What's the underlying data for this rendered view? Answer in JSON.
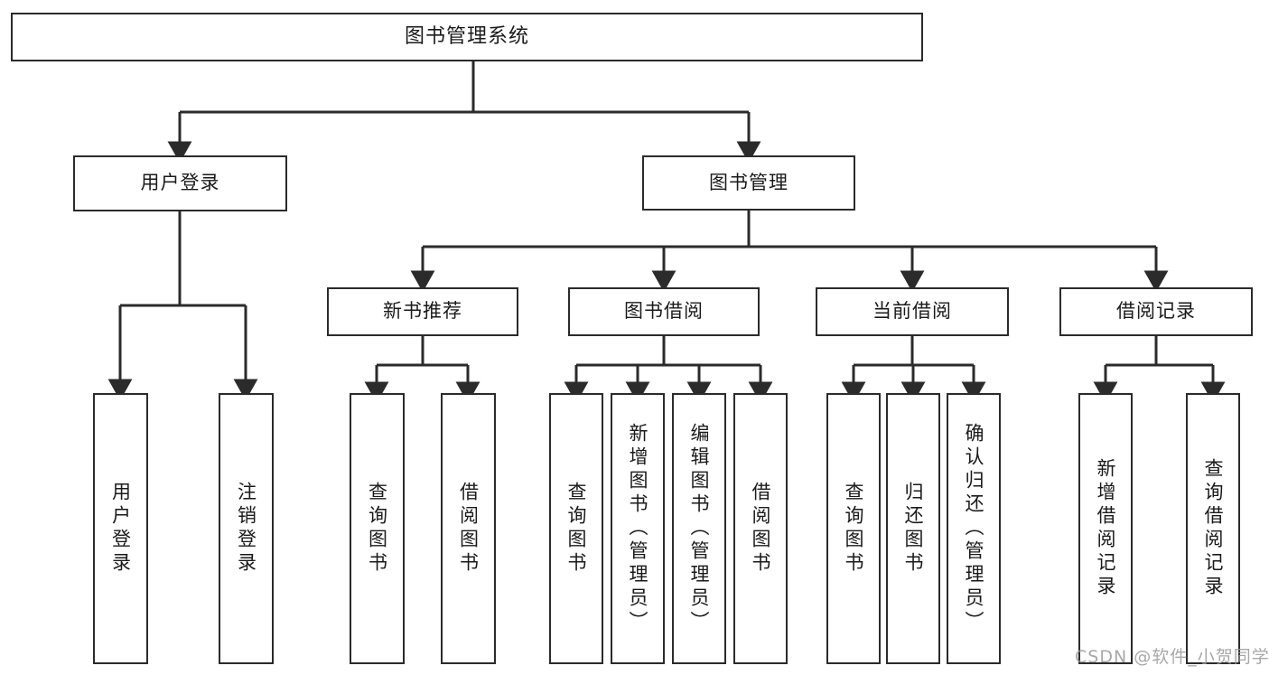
{
  "diagram": {
    "title": "图书管理系统",
    "watermark": "CSDN @软件_小贺同学",
    "colors": {
      "stroke": "#2b2b2b",
      "fill": "#ffffff",
      "text": "#1a1a1a",
      "watermark": "#9a9a9a"
    },
    "root": {
      "label": "图书管理系统"
    },
    "level2": [
      {
        "label": "用户登录"
      },
      {
        "label": "图书管理"
      }
    ],
    "level3": [
      {
        "label": "新书推荐"
      },
      {
        "label": "图书借阅"
      },
      {
        "label": "当前借阅"
      },
      {
        "label": "借阅记录"
      }
    ],
    "leaves": {
      "user_login": [
        {
          "label": "用户登录"
        },
        {
          "label": "注销登录"
        }
      ],
      "new_book": [
        {
          "label": "查询图书"
        },
        {
          "label": "借阅图书"
        }
      ],
      "borrow_book": [
        {
          "label": "查询图书"
        },
        {
          "label": "新增图书（管理员）"
        },
        {
          "label": "编辑图书（管理员）"
        },
        {
          "label": "借阅图书"
        }
      ],
      "current_borrow": [
        {
          "label": "查询图书"
        },
        {
          "label": "归还图书"
        },
        {
          "label": "确认归还（管理员）"
        }
      ],
      "borrow_record": [
        {
          "label": "新增借阅记录"
        },
        {
          "label": "查询借阅记录"
        }
      ]
    }
  }
}
